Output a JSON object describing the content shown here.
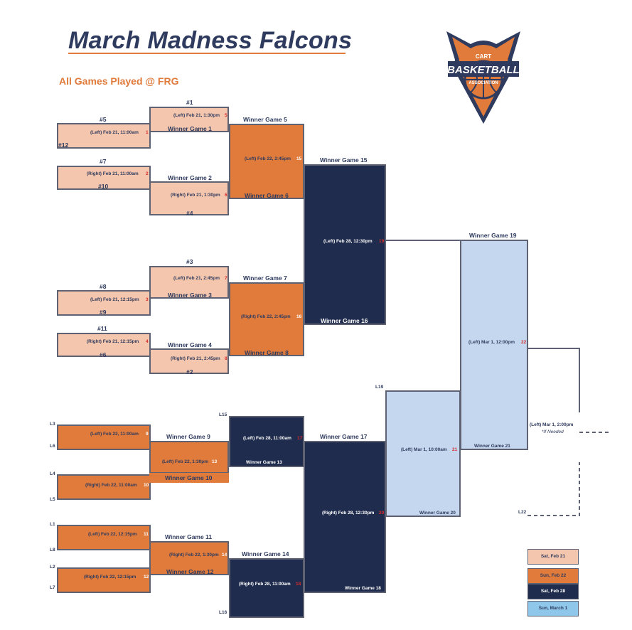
{
  "title": "March Madness Falcons",
  "subtitle": "All Games Played @ FRG",
  "logo": {
    "line1": "CART",
    "line2": "BASKETBALL",
    "line3": "ASSOCIATION"
  },
  "colors": {
    "sat_feb21": "#f4c6ad",
    "sun_feb22": "#e07b3b",
    "sat_feb28": "#1f2c4d",
    "sun_mar1": "#c5d7ee",
    "title": "#2f3b5e",
    "accent": "#e07b3b",
    "game_number": "#d92b2b"
  },
  "winners": {
    "g1": {
      "seed_top": "#1",
      "game": "(Left) Feb 21, 1:30pm",
      "num": "5",
      "bottom": "Winner Game 1"
    },
    "g5": {
      "seed_top": "#5",
      "game": "(Left) Feb 21, 11:00am",
      "num": "1",
      "seed_bottom": "#12"
    },
    "g2": {
      "seed_top": "#7",
      "game": "(Right) Feb 21, 11:00am",
      "num": "2",
      "seed_bottom": "#10"
    },
    "g6": {
      "top": "Winner Game 2",
      "game": "(Right) Feb 21, 1:30pm",
      "num": "6",
      "seed_bottom": "#4"
    },
    "g15": {
      "top": "Winner Game 5",
      "game": "(Left) Feb 22, 2:45pm",
      "num": "15",
      "bottom": "Winner Game 6"
    },
    "g7": {
      "seed_top": "#3",
      "game": "(Left) Feb 21, 2:45pm",
      "num": "7",
      "bottom": "Winner Game 3"
    },
    "g3": {
      "seed_top": "#8",
      "game": "(Left) Feb 21, 12:15pm",
      "num": "3",
      "seed_bottom": "#9"
    },
    "g4": {
      "seed_top": "#11",
      "game": "(Right) Feb 21, 12:15pm",
      "num": "4",
      "seed_bottom": "#6"
    },
    "g8": {
      "top": "Winner Game 4",
      "game": "(Right) Feb 21, 2:45pm",
      "num": "8",
      "seed_bottom": "#2"
    },
    "g16": {
      "top": "Winner Game 7",
      "game": "(Right) Feb 22, 2:45pm",
      "num": "16",
      "bottom": "Winner Game 8"
    },
    "g19": {
      "top": "Winner Game 15",
      "game": "(Left) Feb 28, 12:30pm",
      "num": "19",
      "bottom": "Winner Game 16"
    },
    "g22": {
      "top": "Winner Game 19",
      "game": "(Left) Mar 1, 12:00pm",
      "num": "22",
      "bottom": "Winner Game 21"
    },
    "g23": {
      "game": "(Left) Mar 1, 2:00pm",
      "note": "*If Needed",
      "loser": "L22"
    }
  },
  "losers": {
    "g9": {
      "top": "L3",
      "game": "(Left) Feb 22, 11:00am",
      "num": "9",
      "bottom": "L6"
    },
    "g10": {
      "top": "L4",
      "game": "(Right) Feb 22, 11:00am",
      "num": "10",
      "bottom": "L5"
    },
    "g11": {
      "top": "L1",
      "game": "(Left) Feb 22, 12:15pm",
      "num": "11",
      "bottom": "L8"
    },
    "g12": {
      "top": "L2",
      "game": "(Right) Feb 22, 12:15pm",
      "num": "12",
      "bottom": "L7"
    },
    "g13": {
      "top": "Winner Game 9",
      "game": "(Left) Feb 22, 1:30pm",
      "num": "13",
      "bottom": "Winner Game 10"
    },
    "g14": {
      "top": "Winner Game 11",
      "game": "(Right) Feb 22, 1:30pm",
      "num": "14",
      "bottom": "Winner Game 12"
    },
    "g17": {
      "top": "L15",
      "game": "(Left) Feb 28, 11:00am",
      "num": "17",
      "bottom": "Winner Game 13"
    },
    "g18": {
      "top": "Winner Game 14",
      "game": "(Right) Feb 28, 11:00am",
      "num": "18",
      "bottom": "L16"
    },
    "g20": {
      "top": "Winner Game 17",
      "game": "(Right) Feb 28, 12:30pm",
      "num": "20",
      "bottom": "Winner Game 18"
    },
    "g21": {
      "top": "L19",
      "game": "(Left) Mar 1, 10:00am",
      "num": "21",
      "bottom": "Winner Game 20"
    }
  },
  "legend": [
    "Sat, Feb 21",
    "Sun, Feb 22",
    "Sat, Feb 28",
    "Sun, March 1"
  ]
}
